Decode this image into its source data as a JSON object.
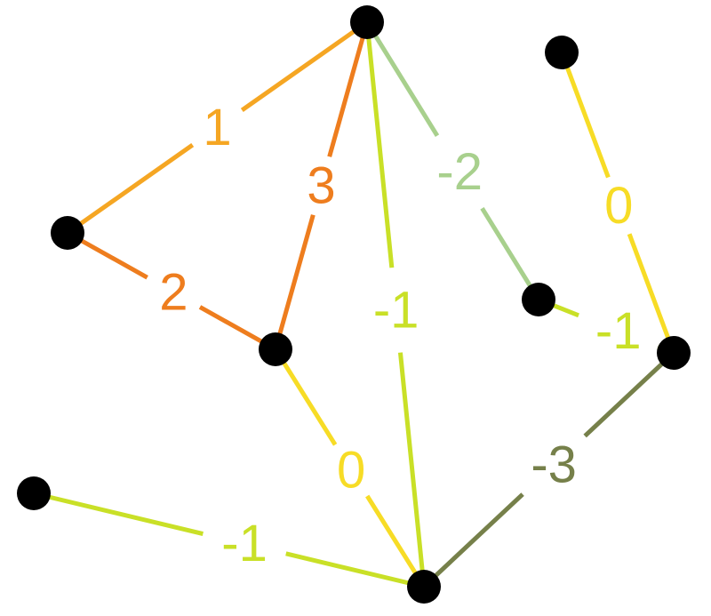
{
  "graph": {
    "nodes": [
      {
        "id": "n1"
      },
      {
        "id": "n2"
      },
      {
        "id": "n3"
      },
      {
        "id": "n4"
      },
      {
        "id": "n5"
      },
      {
        "id": "n6"
      },
      {
        "id": "n7"
      },
      {
        "id": "n8"
      }
    ],
    "edges": [
      {
        "from": "n1",
        "to": "n2",
        "weight": "1",
        "color": "#f5a623"
      },
      {
        "from": "n1",
        "to": "n3",
        "weight": "3",
        "color": "#ee7d1e"
      },
      {
        "from": "n1",
        "to": "n7",
        "weight": "-1",
        "color": "#c9e027"
      },
      {
        "from": "n1",
        "to": "n4",
        "weight": "-2",
        "color": "#a8d08d"
      },
      {
        "from": "n2",
        "to": "n3",
        "weight": "2",
        "color": "#ee7d1e"
      },
      {
        "from": "n3",
        "to": "n7",
        "weight": "0",
        "color": "#f7dc26"
      },
      {
        "from": "n8",
        "to": "n7",
        "weight": "-1",
        "color": "#c9e027"
      },
      {
        "from": "n7",
        "to": "n6",
        "weight": "-3",
        "color": "#76804a"
      },
      {
        "from": "n4",
        "to": "n6",
        "weight": "-1",
        "color": "#c9e027"
      },
      {
        "from": "n5",
        "to": "n6",
        "weight": "0",
        "color": "#f7dc26"
      }
    ]
  }
}
